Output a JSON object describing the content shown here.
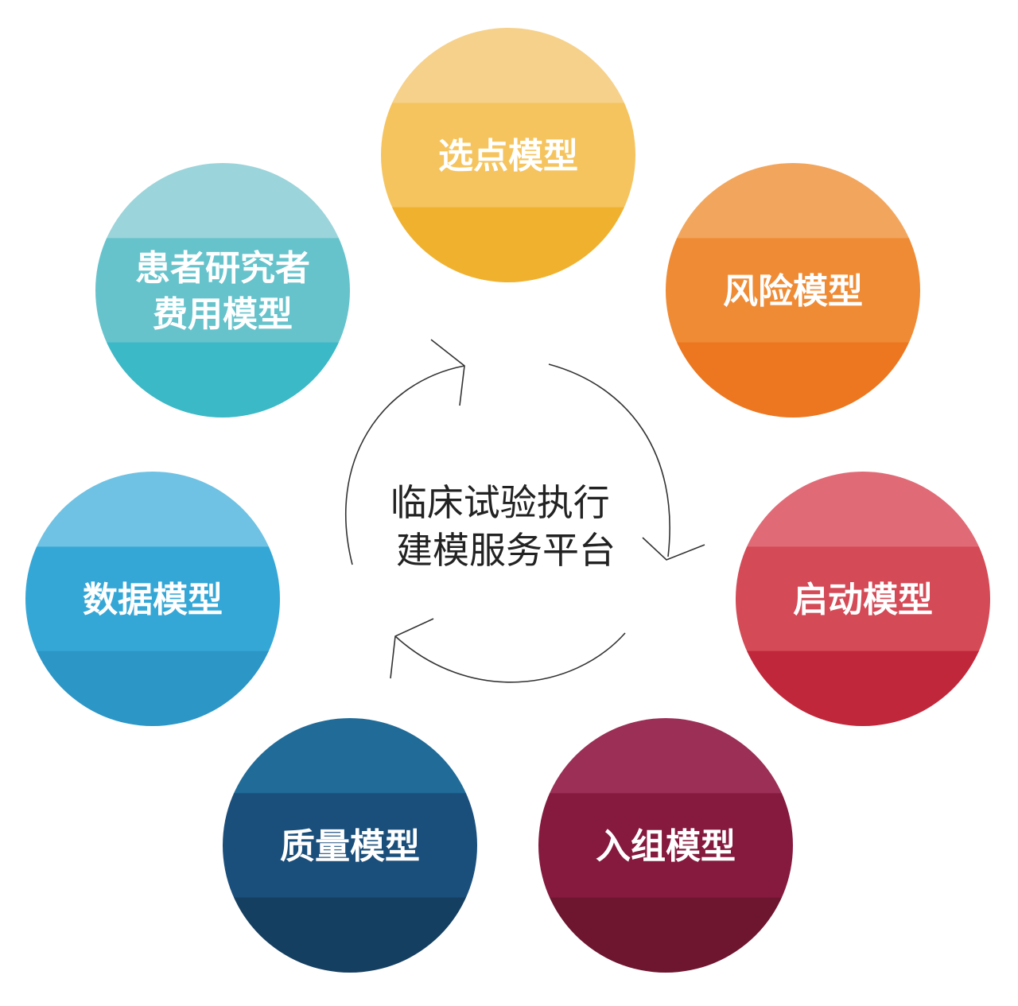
{
  "center": {
    "lines": [
      "临床试验执行",
      "建模服务平台"
    ]
  },
  "nodes": [
    {
      "id": "site-selection",
      "lines": [
        "选点模型"
      ],
      "colors": [
        "#f6d18c",
        "#f5c45e",
        "#f0b12e"
      ]
    },
    {
      "id": "risk",
      "lines": [
        "风险模型"
      ],
      "colors": [
        "#f2a65d",
        "#ef8b35",
        "#ec7720"
      ]
    },
    {
      "id": "startup",
      "lines": [
        "启动模型"
      ],
      "colors": [
        "#e06b77",
        "#d44a56",
        "#c1273a"
      ]
    },
    {
      "id": "enrollment",
      "lines": [
        "入组模型"
      ],
      "colors": [
        "#9b2f56",
        "#861a3e",
        "#6e1530"
      ]
    },
    {
      "id": "quality",
      "lines": [
        "质量模型"
      ],
      "colors": [
        "#206b98",
        "#1a4f7b",
        "#143f60"
      ]
    },
    {
      "id": "data",
      "lines": [
        "数据模型"
      ],
      "colors": [
        "#6fc2e3",
        "#35a7d6",
        "#2c96c7"
      ]
    },
    {
      "id": "patient-investigator-cost",
      "lines": [
        "患者研究者",
        "费用模型"
      ],
      "colors": [
        "#9bd4da",
        "#66c3cc",
        "#3cb9c6"
      ]
    }
  ]
}
